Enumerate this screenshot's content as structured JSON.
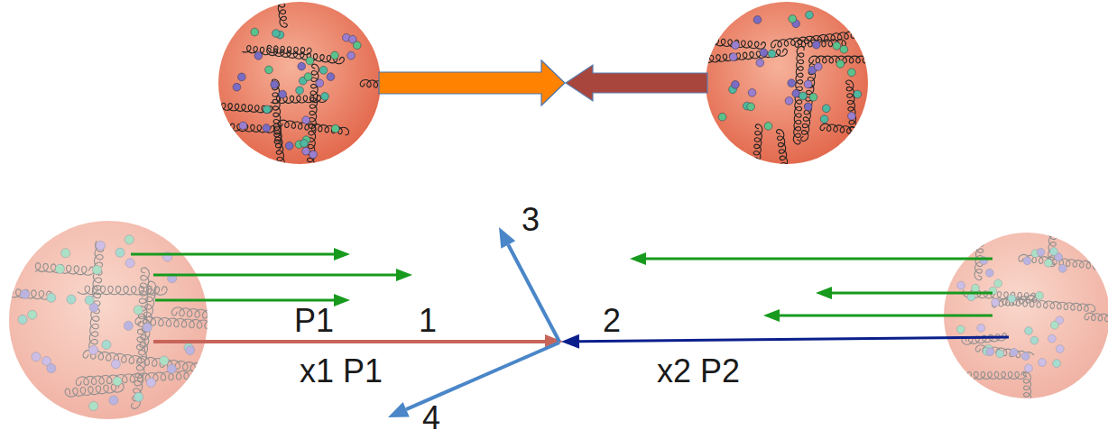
{
  "diagram": {
    "labels": [
      "3",
      "P1",
      "1",
      "2",
      "x1 P1",
      "x2 P2",
      "4"
    ]
  }
}
